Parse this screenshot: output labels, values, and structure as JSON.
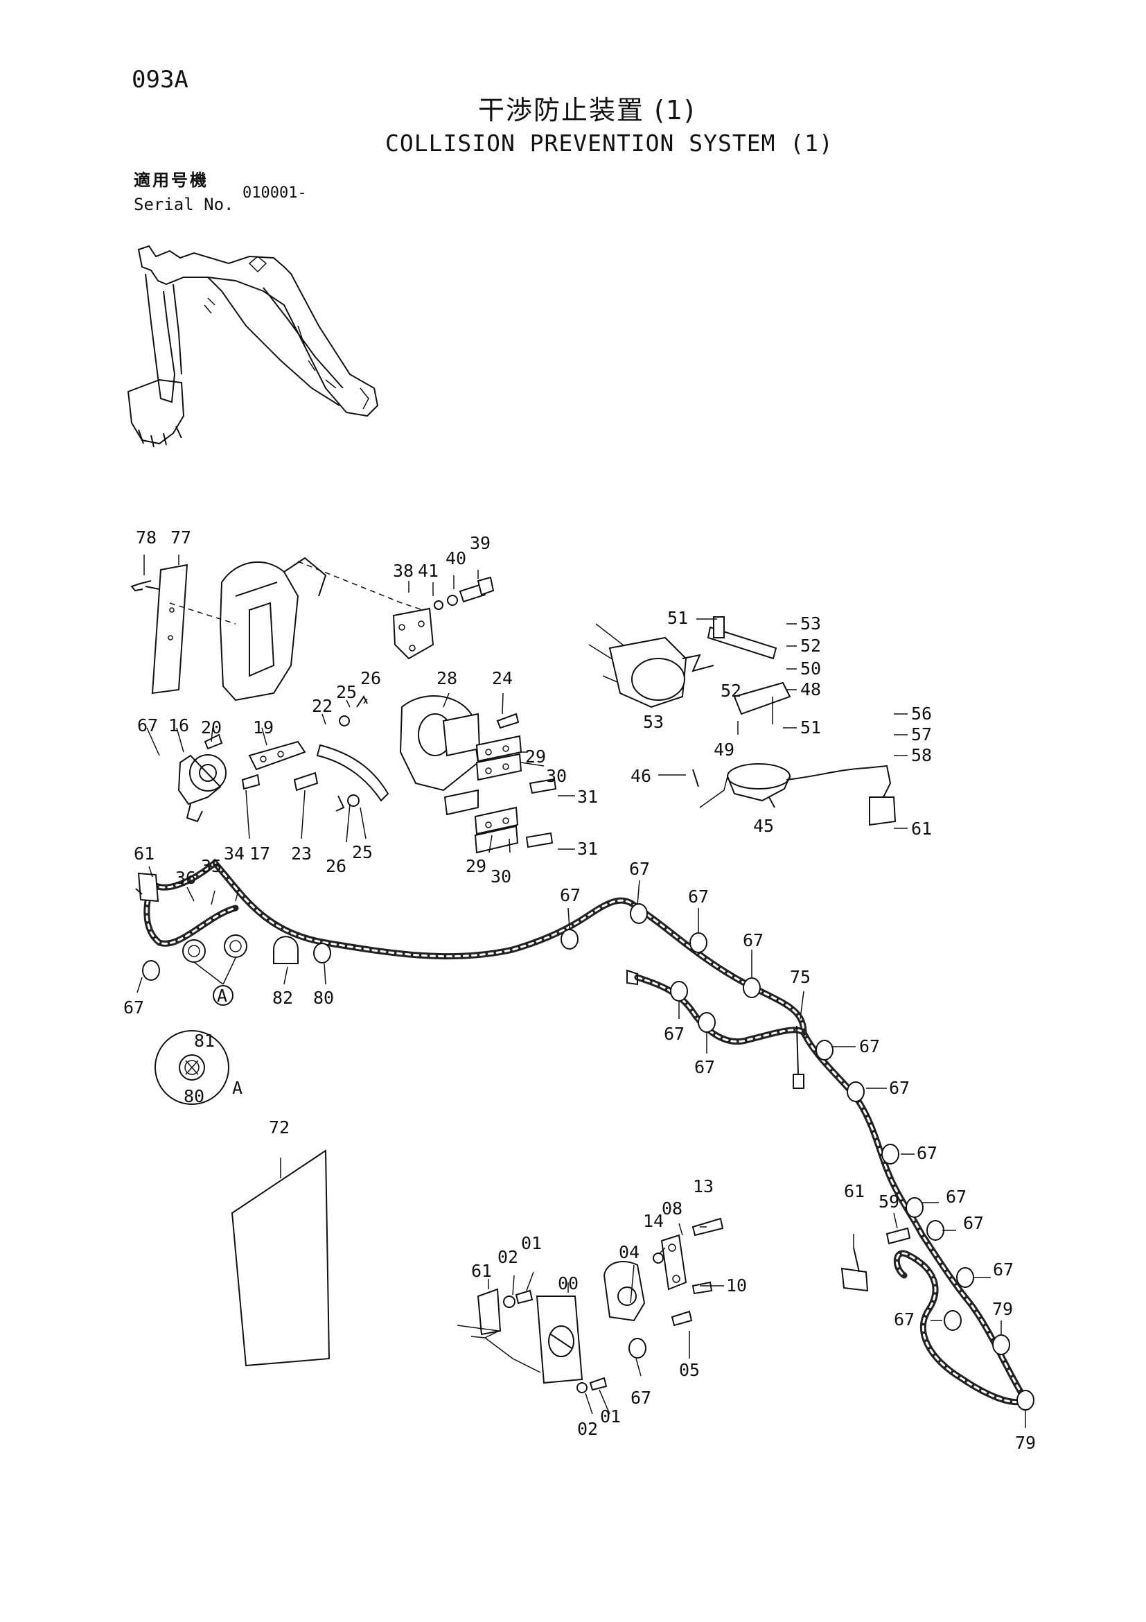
{
  "header": {
    "page_code": "093A",
    "title_jp": "干渉防止装置 (1)",
    "title_en": "COLLISION PREVENTION SYSTEM (1)",
    "serial_label_jp": "適用号機",
    "serial_label_en": "Serial No.",
    "serial_value": "010001-"
  },
  "callouts": [
    "78",
    "77",
    "38",
    "41",
    "40",
    "39",
    "51",
    "53",
    "52",
    "50",
    "48",
    "49",
    "46",
    "45",
    "56",
    "57",
    "58",
    "61",
    "28",
    "24",
    "25",
    "26",
    "22",
    "67",
    "16",
    "20",
    "19",
    "17",
    "23",
    "29",
    "30",
    "31",
    "36",
    "35",
    "34",
    "82",
    "80",
    "75",
    "81",
    "A",
    "72",
    "13",
    "14",
    "08",
    "04",
    "10",
    "05",
    "01",
    "02",
    "00",
    "59",
    "79"
  ],
  "detail_marker": "A"
}
